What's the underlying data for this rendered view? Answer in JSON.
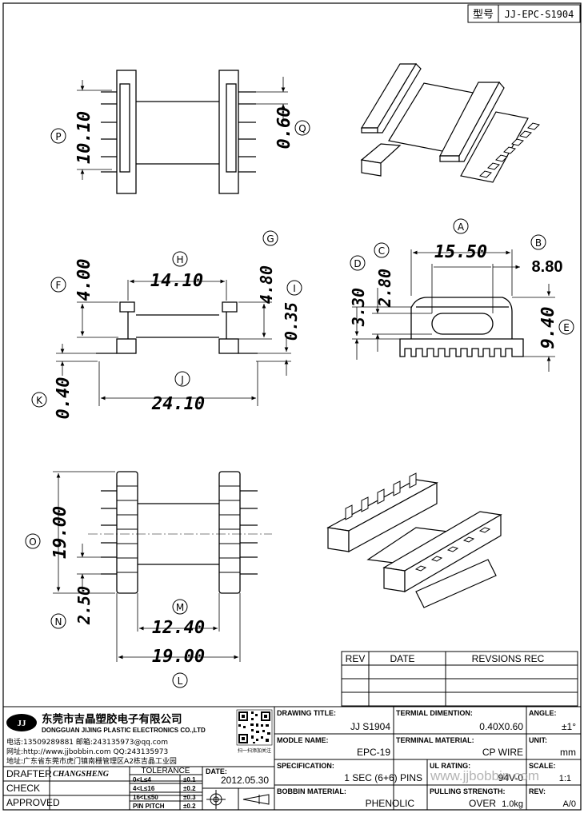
{
  "model_box": {
    "label": "型号",
    "value": "JJ-EPC-S1904"
  },
  "views": {
    "top": {
      "dims": {
        "p": "10.10",
        "q": "0.60"
      },
      "markers": [
        "P",
        "Q"
      ]
    },
    "front": {
      "dims": {
        "h": "14.10",
        "f": "4.00",
        "i1": "4.80",
        "i2": "0.35",
        "j": "24.10",
        "k": "0.40"
      },
      "markers": [
        "G",
        "H",
        "F",
        "I",
        "J",
        "K"
      ]
    },
    "side": {
      "dims": {
        "a": "15.50",
        "b": "8.80",
        "c": "2.80",
        "d": "3.30",
        "e": "9.40"
      },
      "markers": [
        "A",
        "B",
        "C",
        "D",
        "E"
      ]
    },
    "bottom": {
      "dims": {
        "o": "19.00",
        "n": "2.50",
        "m": "12.40",
        "l": "19.00"
      },
      "markers": [
        "O",
        "N",
        "M",
        "L"
      ]
    }
  },
  "revision_table": {
    "headers": [
      "REV",
      "DATE",
      "REVSIONS REC"
    ]
  },
  "company": {
    "logo": "JJ",
    "name_cn": "东莞市吉晶塑胶电子有限公司",
    "name_en": "DONGGUAN JIJING PLASTIC ELECTRONICS CO.,LTD",
    "phone": "电话:13509289881   邮箱:243135973@qq.com",
    "web": "网址:http://www.jjbobbin.com  QQ:243135973",
    "address": "地址:广东省东莞市虎门镇南栅管理区A2栋吉晶工业园",
    "qr_caption": "扫一扫添加关注"
  },
  "title_block": {
    "drafter_label": "DRAFTER",
    "drafter_value": "CHANGSHENG",
    "check_label": "CHECK",
    "approved_label": "APPROVED",
    "tolerance": {
      "title": "TOLERANCE",
      "rows": [
        [
          "0<L≤4",
          "±0.1"
        ],
        [
          "4<L≤16",
          "±0.2"
        ],
        [
          "16<L≤50",
          "±0.3"
        ],
        [
          "PIN PITCH",
          "±0.2"
        ]
      ]
    },
    "date_label": "DATE:",
    "date_value": "2012.05.30",
    "drawing_title_label": "DRAWING TITLE:",
    "drawing_title_value": "JJ  S1904",
    "terminal_dim_label": "TERMIAL DIMENTION:",
    "terminal_dim_value": "0.40X0.60",
    "angle_label": "ANGLE:",
    "angle_value": "±1°",
    "model_name_label": "MODLE NAME:",
    "model_name_value": "EPC-19",
    "terminal_material_label": "TERMINAL MATERIAL:",
    "terminal_material_value": "CP WIRE",
    "unit_label": "UNIT:",
    "unit_value": "mm",
    "spec_label": "SPECIFICATION:",
    "spec_value": "1 SEC (6+6) PINS",
    "ul_label": "UL RATING:",
    "ul_value": "94V-0",
    "scale_label": "SCALE:",
    "scale_value": "1:1",
    "bobbin_material_label": "BOBBIN  MATERIAL:",
    "bobbin_material_value": "PHENOLIC",
    "pulling_label": "PULLING STRENGTH:",
    "pulling_value_a": "OVER",
    "pulling_value_b": "1.0kg",
    "rev_label": "REV:",
    "rev_value": "A/0"
  },
  "watermark": "www.jjbobbin.com"
}
